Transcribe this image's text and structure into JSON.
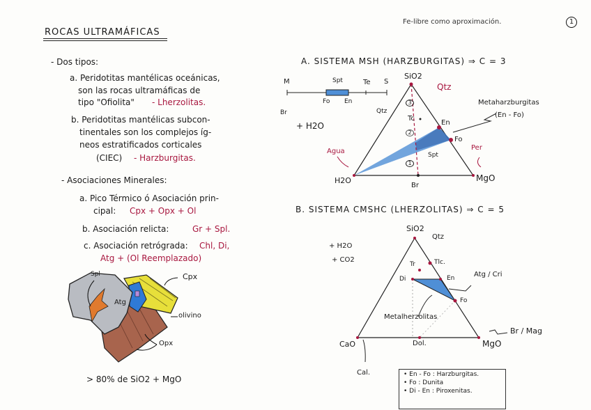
{
  "header": {
    "title": "ROCAS ULTRAMÁFICAS",
    "note": "Fe-libre como aproximación.",
    "page_number": "1"
  },
  "left": {
    "section1_heading": "- Dos tipos:",
    "item_a_lines": [
      "a. Peridotitas mantélicas oceánicas,",
      "son las rocas ultramáficas de",
      "tipo \"Ofiolita\""
    ],
    "item_a_result": "- Lherzolitas.",
    "item_b_lines": [
      "b. Peridotitas mantélicas subcon-",
      "tinentales son los complejos íg-",
      "neos estratificados corticales"
    ],
    "item_b_abbrev": "(CIEC)",
    "item_b_result": "- Harzburgitas.",
    "section2_heading": "- Asociaciones Minerales:",
    "assoc_a_line1": "a. Pico Térmico ó Asociación prin-",
    "assoc_a_label": "cipal:",
    "assoc_a_value": "Cpx + Opx + Ol",
    "assoc_b_label": "b. Asociación relicta:",
    "assoc_b_value": "Gr + Spl.",
    "assoc_c_label": "c. Asociación retrógrada:",
    "assoc_c_value1": "Chl, Di,",
    "assoc_c_value2": "Atg + (Ol Reemplazado)",
    "sketch_labels": {
      "spl": "Spl",
      "atg": "Atg",
      "cpx": "Cpx",
      "olivino": "olivino",
      "opx": "Opx"
    },
    "footer_note": "> 80% de SiO2 + MgO"
  },
  "system_a": {
    "heading": "A. SISTEMA MSH (HARZBURGITAS) ⇒ C = 3",
    "line_labels": {
      "m": "M",
      "spt": "Spt",
      "te": "Te",
      "s": "S",
      "fo": "Fo",
      "en": "En",
      "br": "Br",
      "qtz": "Qtz"
    },
    "plus_water": "+ H2O",
    "vertices": {
      "top": "SiO2",
      "left": "H2O",
      "right": "MgO"
    },
    "points": {
      "qtz": "Qtz",
      "tc": "Tc",
      "en": "En",
      "fo": "Fo",
      "spt": "Spt",
      "br": "Br"
    },
    "zones": [
      "3",
      "2",
      "1"
    ],
    "annotations": {
      "agua": "Agua",
      "per": "Per",
      "meta": "Metaharzburgitas",
      "meta_range": "(En - Fo)"
    }
  },
  "system_b": {
    "heading": "B. SISTEMA CMSHC (LHERZOLITAS) ⇒ C = 5",
    "plus_water": "+ H2O",
    "plus_co2": "+ CO2",
    "vertices": {
      "top": "SiO2",
      "left": "CaO",
      "right": "MgO"
    },
    "points": {
      "qtz": "Qtz",
      "tr": "Tr",
      "tlc": "Tlc.",
      "di": "Di",
      "en": "En",
      "fo": "Fo",
      "dol": "Dol.",
      "cal": "Cal."
    },
    "annotations": {
      "atg": "Atg / Cri",
      "meta": "Metalherzolitas",
      "br_mag": "Br / Mag"
    },
    "legend": [
      "• En - Fo : Harzburgitas.",
      "• Fo : Dunita",
      "• Di - En : Piroxenitas."
    ]
  },
  "colors": {
    "ink": "#1a1a1a",
    "red_ink": "#a8173f",
    "blue_fill": "#4f8fd6",
    "cpx_yellow": "#e7df3a",
    "opx_brown": "#a8644d",
    "spl_orange": "#e07a2e",
    "matrix_gray": "#b9bcc2"
  }
}
